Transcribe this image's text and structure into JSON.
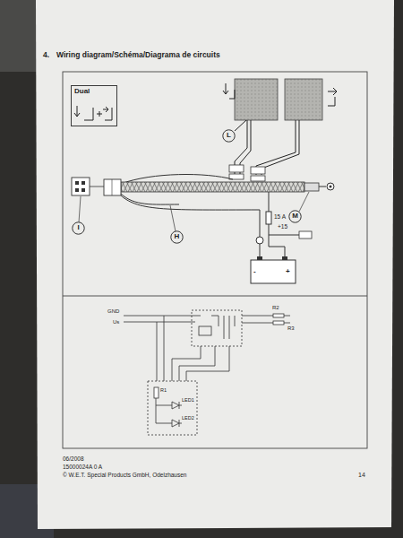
{
  "diagram": {
    "title": "Wiring diagram/Schéma/Diagrama de circuits",
    "nodes": [
      {
        "text": [
          "Dual"
        ]
      },
      {
        "text": [
          "L"
        ]
      },
      {
        "text": [
          "M"
        ]
      },
      {
        "text": [
          "I"
        ]
      },
      {
        "text": [
          "H"
        ]
      }
    ],
    "labels": [
      "4.",
      "15 A",
      "+15",
      "-",
      "+",
      "GND",
      "Us",
      "R2",
      "R3",
      "R1",
      "LED1",
      "LED2",
      "06/2008",
      "15000024A 0 A",
      "© W.E.T. Special Products GmbH, Odelzhausen",
      "14"
    ]
  }
}
